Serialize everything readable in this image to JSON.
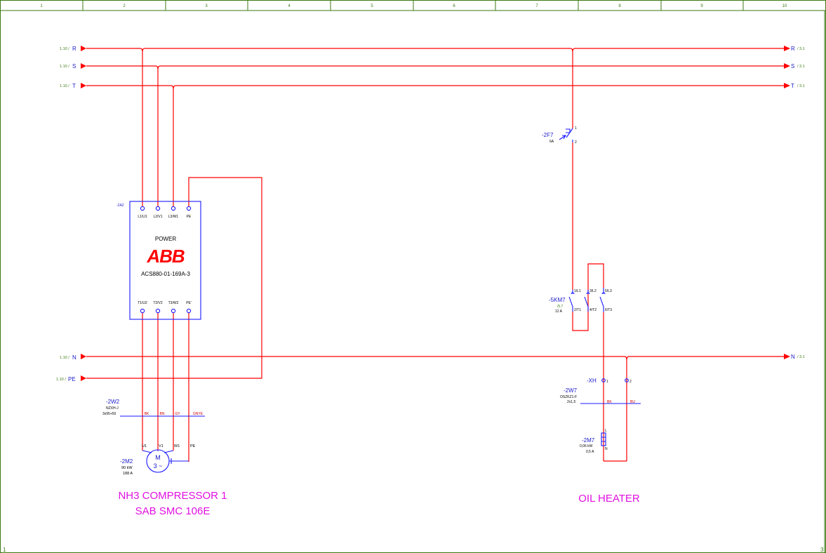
{
  "frame": {
    "columns": [
      "1",
      "2",
      "3",
      "4",
      "5",
      "6",
      "7",
      "8",
      "9",
      "10"
    ],
    "page_left": "1",
    "page_right": "3"
  },
  "bus": {
    "R": {
      "label": "R",
      "ref_in": "1.10 /",
      "ref_out": "/ 3.1"
    },
    "S": {
      "label": "S",
      "ref_in": "1.10 /",
      "ref_out": "/ 3.1"
    },
    "T": {
      "label": "T",
      "ref_in": "1.10 /",
      "ref_out": "/ 3.1"
    },
    "N": {
      "label": "N",
      "ref_in": "1.10 /",
      "ref_out": "/ 3.1"
    },
    "PE": {
      "label": "PE",
      "ref_in": "1.10 /"
    }
  },
  "drive": {
    "tag": "-2A2",
    "top_terminals": [
      "L1/U1",
      "L2/V1",
      "L3/W1",
      "PE"
    ],
    "bottom_terminals": [
      "T1/U2",
      "T2/V2",
      "T3/W2",
      "PE'"
    ],
    "power": "POWER",
    "brand": "ABB",
    "model": "ACS880-01-169A-3",
    "brand_color": "#ff0000"
  },
  "cable_2w2": {
    "tag": "-2W2",
    "type": "NZXH-J",
    "size": "3x95+50",
    "cores": [
      "BK",
      "BN",
      "GY",
      "GNYE"
    ]
  },
  "motor_2m2": {
    "tag": "-2M2",
    "power": "90 kW",
    "current": "188 A",
    "symbol": "M",
    "phase": "3 ~",
    "terminals": [
      "U1",
      "V1",
      "W1",
      "PE"
    ]
  },
  "compressor_title": {
    "line1": "NH3 COMPRESSOR 1",
    "line2": "SAB SMC 106E"
  },
  "fuse_2f7": {
    "tag": "-2F7",
    "rating": "6A",
    "pin1": "1",
    "pin2": "2"
  },
  "contactor_5km7": {
    "tag": "-5KM7",
    "ref": "/5.7",
    "current": "12 A",
    "top": [
      "1/L1",
      "3/L2",
      "5/L3"
    ],
    "bottom": [
      "2/T1",
      "4/T2",
      "6/T3"
    ]
  },
  "terminal_xh": {
    "tag": "-XH",
    "pins": [
      "1",
      "2"
    ]
  },
  "cable_2w7": {
    "tag": "-2W7",
    "type": "OSZKZ1-F",
    "size": "2x1,5",
    "cores": [
      "BK",
      "BU"
    ]
  },
  "heater_2m7": {
    "tag": "-2M7",
    "power": "0,06 kW",
    "current": "0,5 A",
    "pin_top": "L",
    "pin_bottom": "N"
  },
  "oil_heater_title": "OIL HEATER",
  "colors": {
    "wire": "#ff0000",
    "symbol": "#1a1aff",
    "title": "#e010e0",
    "frame": "#3a7a10"
  }
}
